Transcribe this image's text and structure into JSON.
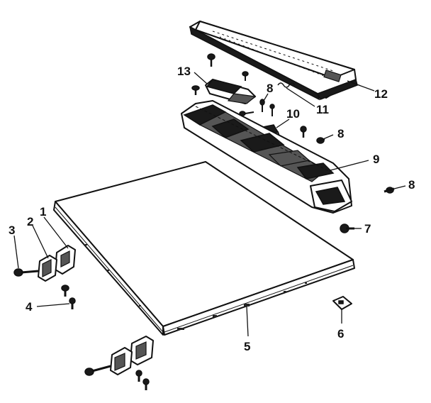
{
  "callouts": {
    "c1": "1",
    "c2": "2",
    "c3": "3",
    "c4": "4",
    "c5": "5",
    "c6": "6",
    "c7": "7",
    "c8a": "8",
    "c8b": "8",
    "c8c": "8",
    "c9": "9",
    "c10": "10",
    "c11": "11",
    "c12": "12",
    "c13": "13"
  }
}
